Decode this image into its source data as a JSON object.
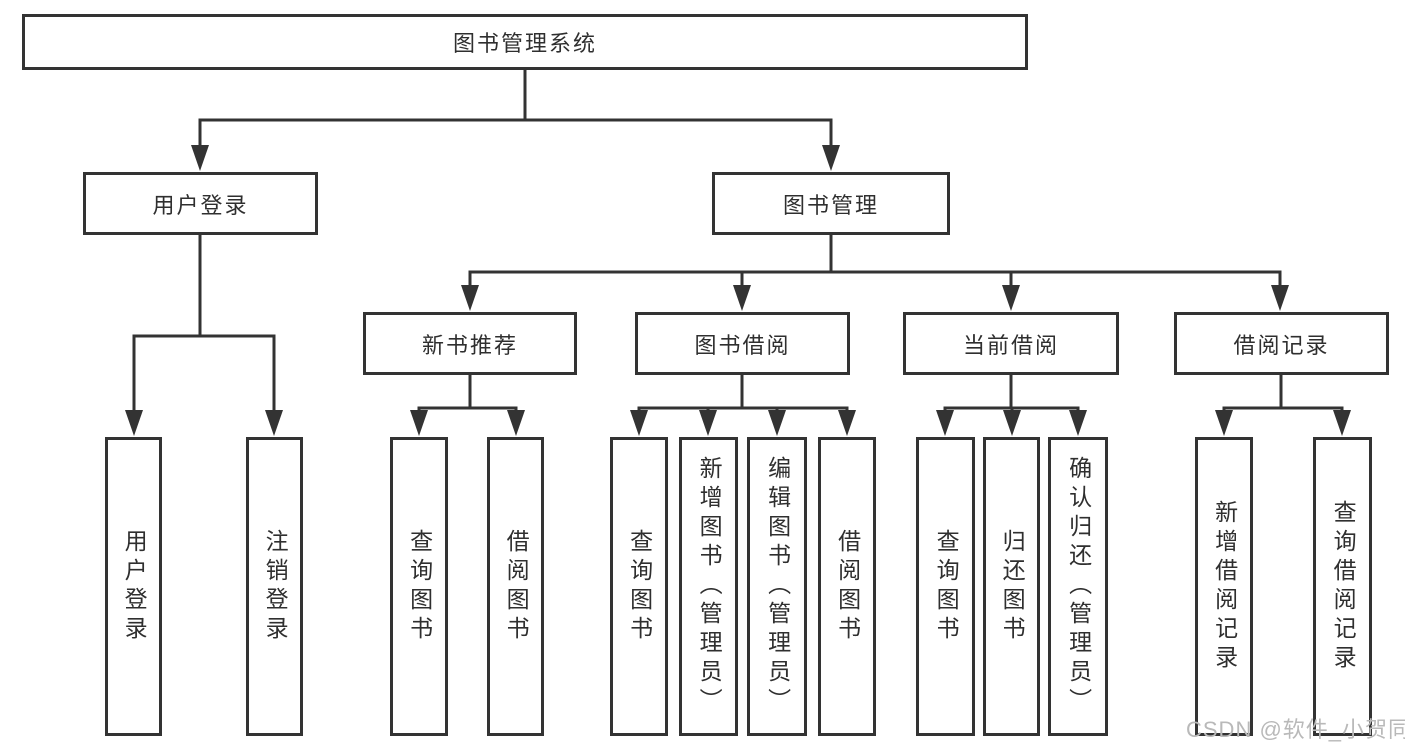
{
  "diagram": {
    "root": {
      "label": "图书管理系统"
    },
    "branches": {
      "user_login": {
        "label": "用户登录"
      },
      "book_mgmt": {
        "label": "图书管理"
      }
    },
    "modules": {
      "new_book_recommend": {
        "label": "新书推荐"
      },
      "book_borrow": {
        "label": "图书借阅"
      },
      "current_borrow": {
        "label": "当前借阅"
      },
      "borrow_records": {
        "label": "借阅记录"
      }
    },
    "leaves": {
      "user_login": [
        "用户登录",
        "注销登录"
      ],
      "new_book_recommend": [
        "查询图书",
        "借阅图书"
      ],
      "book_borrow": [
        "查询图书",
        "新增图书（管理员）",
        "编辑图书（管理员）",
        "借阅图书"
      ],
      "current_borrow": [
        "查询图书",
        "归还图书",
        "确认归还（管理员）"
      ],
      "borrow_records": [
        "新增借阅记录",
        "查询借阅记录"
      ]
    },
    "colors": {
      "line": "#333333",
      "text": "#2f2f2f",
      "watermark": "#b9b9b9",
      "background": "#ffffff"
    }
  },
  "watermark": {
    "text": "CSDN @软件_小贺同学"
  }
}
